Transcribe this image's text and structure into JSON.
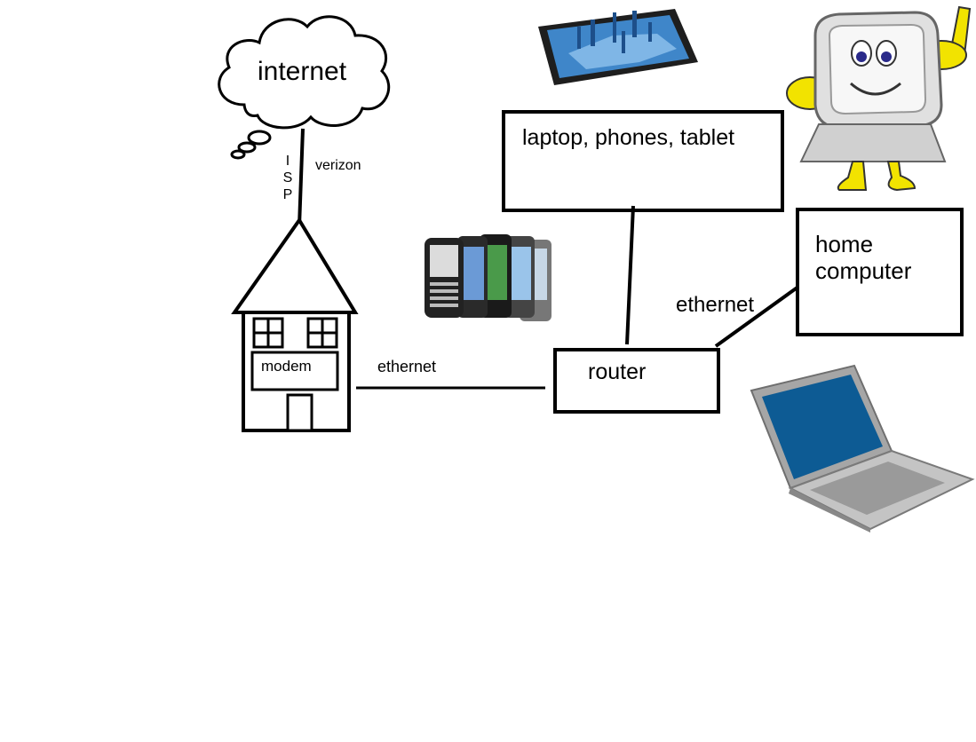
{
  "labels": {
    "internet": "internet",
    "verizon": "verizon",
    "isp": "ISP",
    "modem": "modem",
    "ethernet_modem_router": "ethernet",
    "router": "router",
    "devices": "laptop, phones, tablet",
    "ethernet_router_computer": "ethernet",
    "home_computer": "home computer"
  },
  "icons": {
    "cloud": "cloud-icon",
    "house": "house-icon",
    "tablet": "tablet-icon",
    "phones": "smartphones-icon",
    "computer_mascot": "cartoon-computer-icon",
    "laptop": "laptop-icon"
  },
  "colors": {
    "stroke": "#000000",
    "tablet_screen": "#3f86c9",
    "laptop_screen": "#0d5b94",
    "laptop_body": "#b8b8b8",
    "mascot_body": "#d9d9d9",
    "mascot_limbs": "#f2e300"
  }
}
